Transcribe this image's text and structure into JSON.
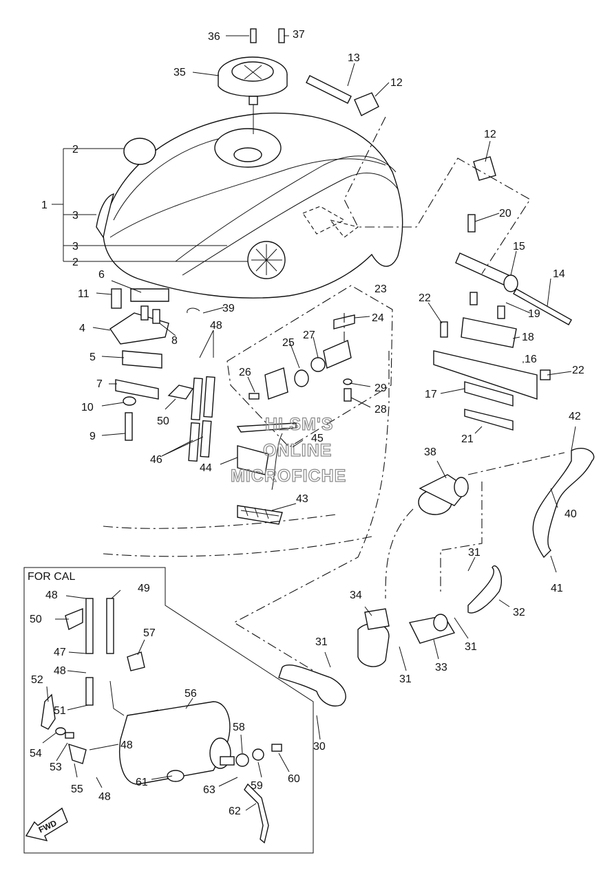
{
  "diagram": {
    "callouts": [
      "1",
      "2",
      "2",
      "3",
      "3",
      "4",
      "5",
      "6",
      "7",
      "8",
      "9",
      "10",
      "11",
      "12",
      "12",
      "13",
      "14",
      "15",
      "16",
      "17",
      "18",
      "19",
      "20",
      "21",
      "22",
      "22",
      "23",
      "24",
      "25",
      "26",
      "27",
      "28",
      "29",
      "30",
      "31",
      "31",
      "31",
      "31",
      "31",
      "32",
      "33",
      "34",
      "35",
      "36",
      "37",
      "38",
      "39",
      "40",
      "41",
      "42",
      "43",
      "44",
      "45",
      "46",
      "48",
      "50",
      "48",
      "48",
      "48",
      "48",
      "49",
      "47",
      "50",
      "51",
      "52",
      "53",
      "54",
      "55",
      "56",
      "57",
      "58",
      "59",
      "60",
      "61",
      "62",
      "63"
    ],
    "for_cal_label": "FOR CAL",
    "fwd_label": "FWD",
    "watermark": [
      "HLSM'S",
      "ONLINE",
      "MICROFICHE"
    ]
  }
}
